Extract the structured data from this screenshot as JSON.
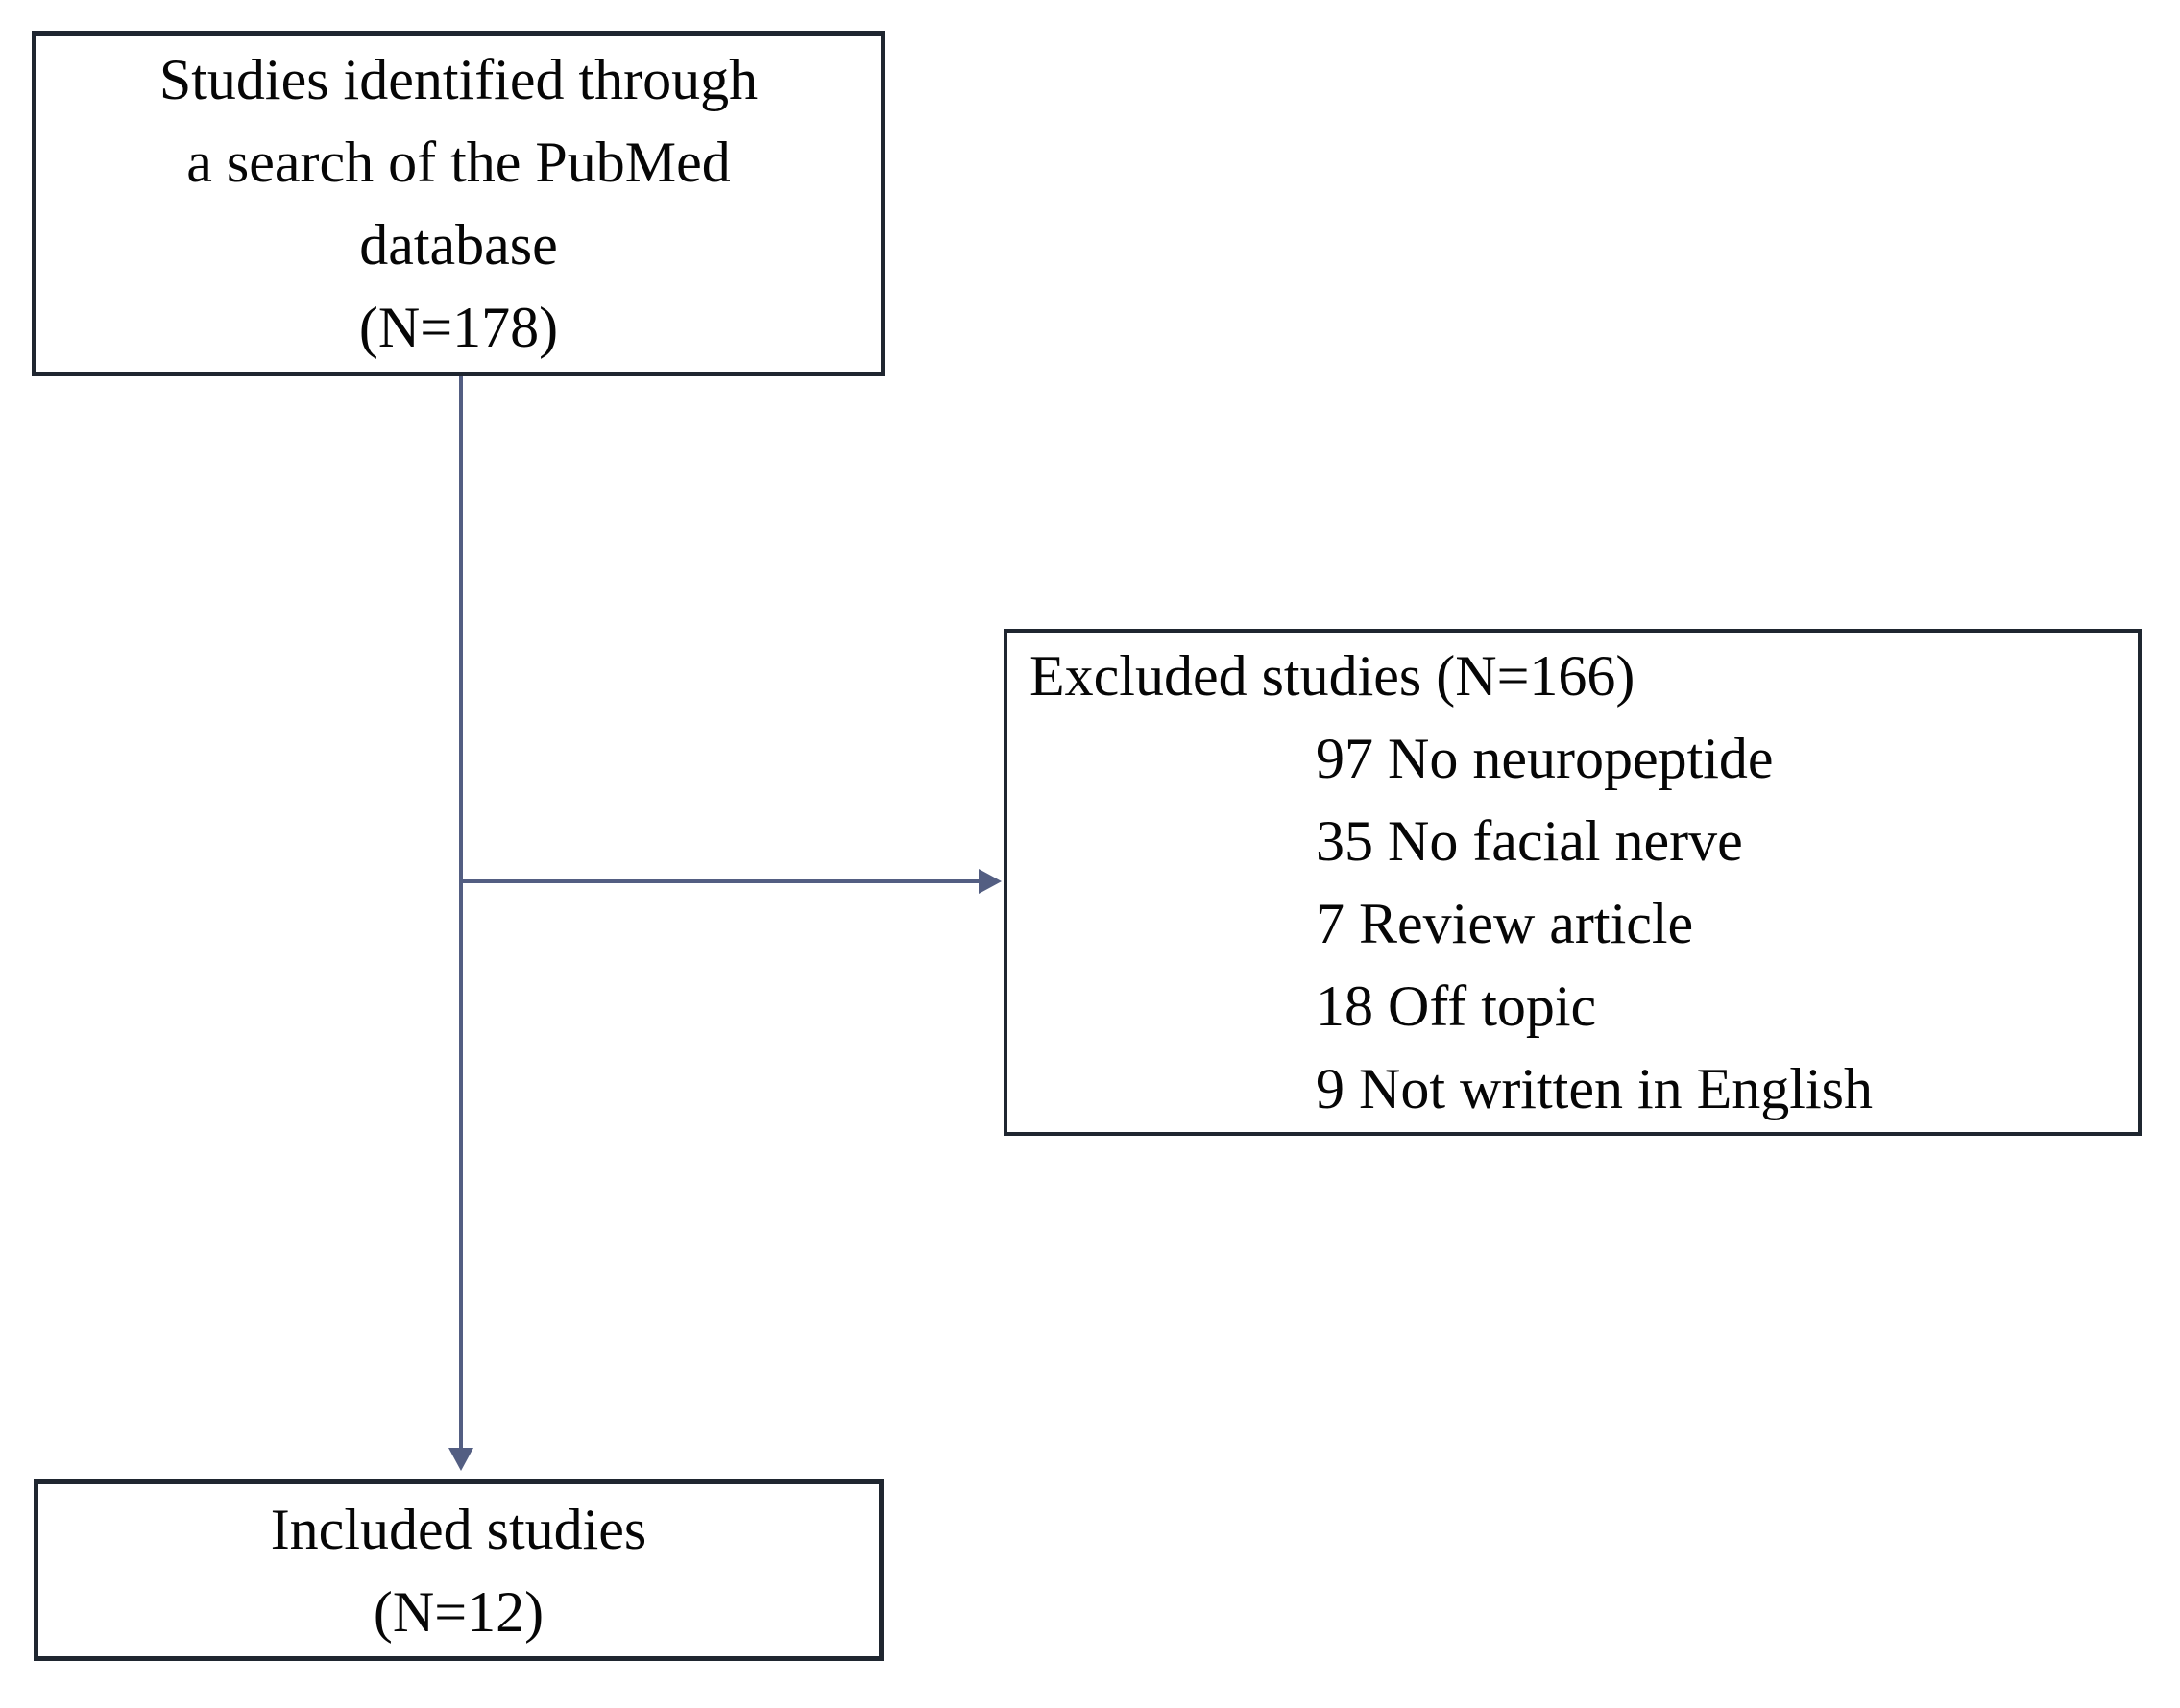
{
  "diagram": {
    "identified_box": {
      "lines": [
        "Studies identified through",
        "a search of the PubMed",
        "database",
        "(N=178)"
      ]
    },
    "excluded_box": {
      "title": "Excluded studies (N=166)",
      "items": [
        "97 No neuropeptide",
        "35 No facial nerve",
        "7 Review article",
        "18 Off topic",
        "9 Not written in English"
      ]
    },
    "included_box": {
      "lines": [
        "Included studies",
        "(N=12)"
      ]
    },
    "colors": {
      "box_border": "#1f2630",
      "connector": "#535e82",
      "text": "#060606",
      "background": "#ffffff"
    }
  }
}
